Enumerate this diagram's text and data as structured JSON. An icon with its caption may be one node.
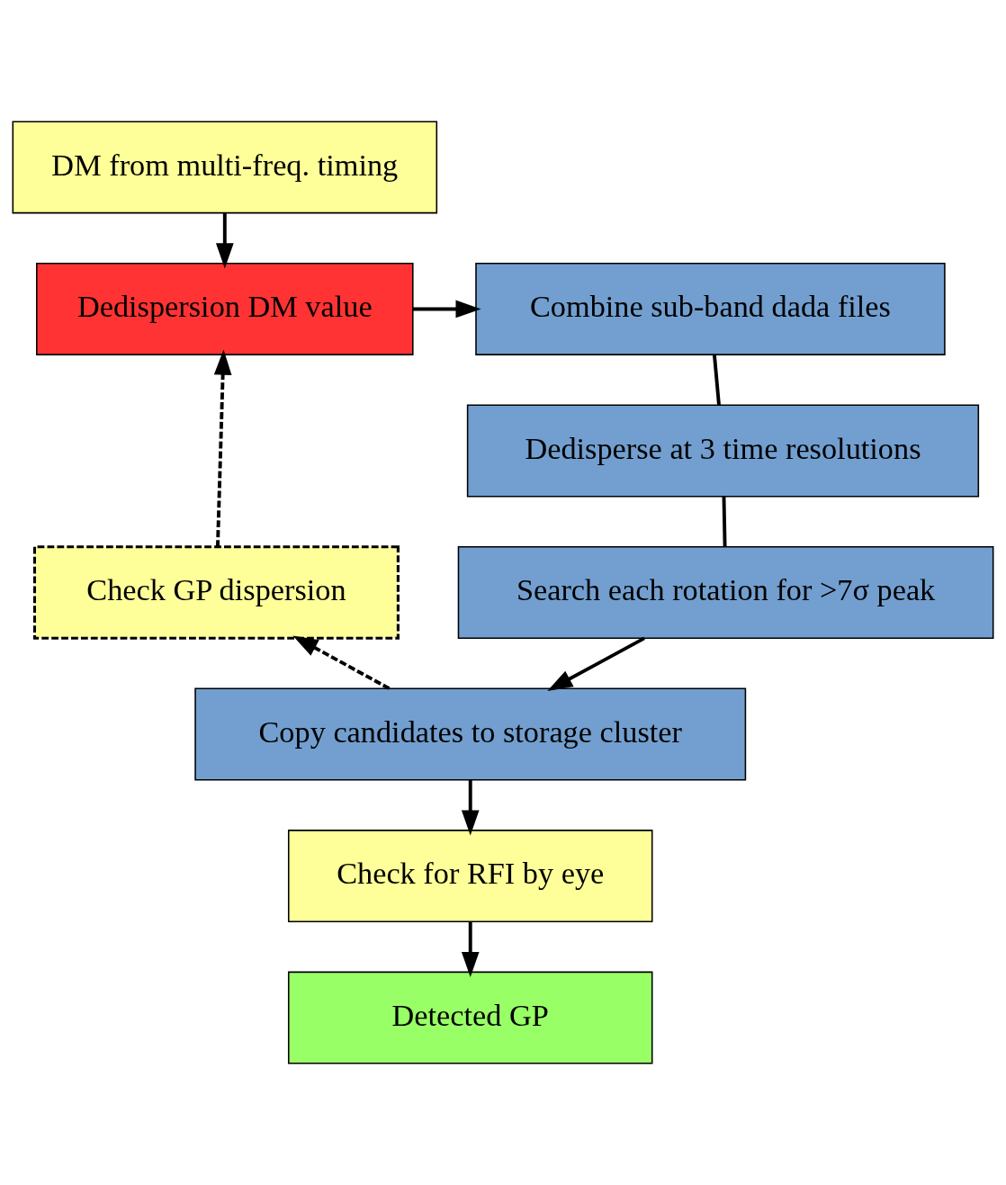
{
  "diagram": {
    "nodes": [
      {
        "text": [
          "DM from multi-freq. timing"
        ]
      },
      {
        "text": [
          "Dedispersion DM value"
        ]
      },
      {
        "text": [
          "Combine sub-band dada files"
        ]
      },
      {
        "text": [
          "Dedisperse at 3 time resolutions"
        ]
      },
      {
        "text": [
          "Search each rotation for >7σ peak"
        ]
      },
      {
        "text": [
          "Copy candidates to storage cluster"
        ]
      },
      {
        "text": [
          "Check GP dispersion"
        ]
      },
      {
        "text": [
          "Check for RFI by eye"
        ]
      },
      {
        "text": [
          "Detected GP"
        ]
      }
    ],
    "edges": [
      {
        "from": 0,
        "to": 1,
        "arrow": "to"
      },
      {
        "from": 1,
        "to": 2,
        "arrow": "to"
      },
      {
        "from": 2,
        "to": 3,
        "arrow": "none"
      },
      {
        "from": 3,
        "to": 4,
        "arrow": "none"
      },
      {
        "from": 4,
        "to": 5,
        "arrow": "to"
      },
      {
        "from": 5,
        "to": 6,
        "arrow": "to",
        "style": "dashed"
      },
      {
        "from": 6,
        "to": 1,
        "arrow": "to",
        "style": "dashed"
      },
      {
        "from": 5,
        "to": 7,
        "arrow": "to"
      },
      {
        "from": 7,
        "to": 8,
        "arrow": "to"
      }
    ]
  }
}
